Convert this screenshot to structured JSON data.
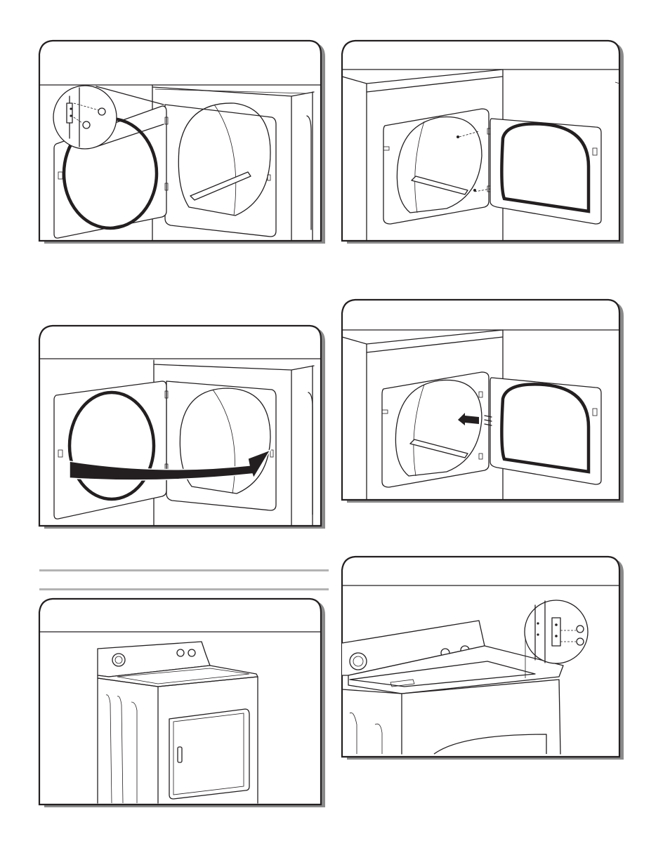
{
  "page": {
    "background": "#ffffff",
    "line_color": "#231f20",
    "divider_color": "#b3b3b3",
    "panel_shadow_color": "#8a8a8a"
  },
  "panels": [
    {
      "id": "panel-1",
      "depicts": "remove-door-screws-icon"
    },
    {
      "id": "panel-2",
      "depicts": "attach-hinge-icon"
    },
    {
      "id": "panel-3",
      "depicts": "swing-door-arrow-icon"
    },
    {
      "id": "panel-4",
      "depicts": "insert-screws-icon"
    },
    {
      "id": "panel-5",
      "depicts": "dryer-front-icon"
    },
    {
      "id": "panel-6",
      "depicts": "top-hinge-detail-icon"
    }
  ]
}
